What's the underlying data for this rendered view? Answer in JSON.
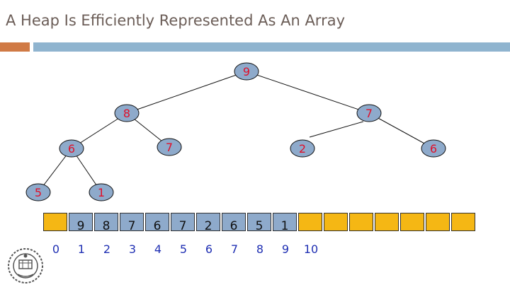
{
  "slide": {
    "title": "A Heap Is Efficiently Represented As An Array"
  },
  "colors": {
    "node_fill": "#8eaacb",
    "node_label": "#e0102a",
    "filled_cell": "#8eaacb",
    "empty_cell": "#f5b714",
    "index_text": "#1f2fb3"
  },
  "tree": {
    "nodes": [
      {
        "id": "n1",
        "label": "9"
      },
      {
        "id": "n2",
        "label": "8"
      },
      {
        "id": "n3",
        "label": "7"
      },
      {
        "id": "n4",
        "label": "6"
      },
      {
        "id": "n5",
        "label": "7"
      },
      {
        "id": "n6",
        "label": "2"
      },
      {
        "id": "n7",
        "label": "6"
      },
      {
        "id": "n8",
        "label": "5"
      },
      {
        "id": "n9",
        "label": "1"
      }
    ],
    "edges": [
      [
        "n1",
        "n2"
      ],
      [
        "n1",
        "n3"
      ],
      [
        "n2",
        "n4"
      ],
      [
        "n2",
        "n5"
      ],
      [
        "n3",
        "n6"
      ],
      [
        "n3",
        "n7"
      ],
      [
        "n4",
        "n8"
      ],
      [
        "n4",
        "n9"
      ]
    ]
  },
  "array": {
    "cells": [
      "",
      "9",
      "8",
      "7",
      "6",
      "7",
      "2",
      "6",
      "5",
      "1",
      "",
      "",
      "",
      "",
      "",
      "",
      ""
    ],
    "indices": [
      "0",
      "1",
      "2",
      "3",
      "4",
      "5",
      "6",
      "7",
      "8",
      "9",
      "10"
    ]
  },
  "logo_icon": "institute-seal-icon"
}
